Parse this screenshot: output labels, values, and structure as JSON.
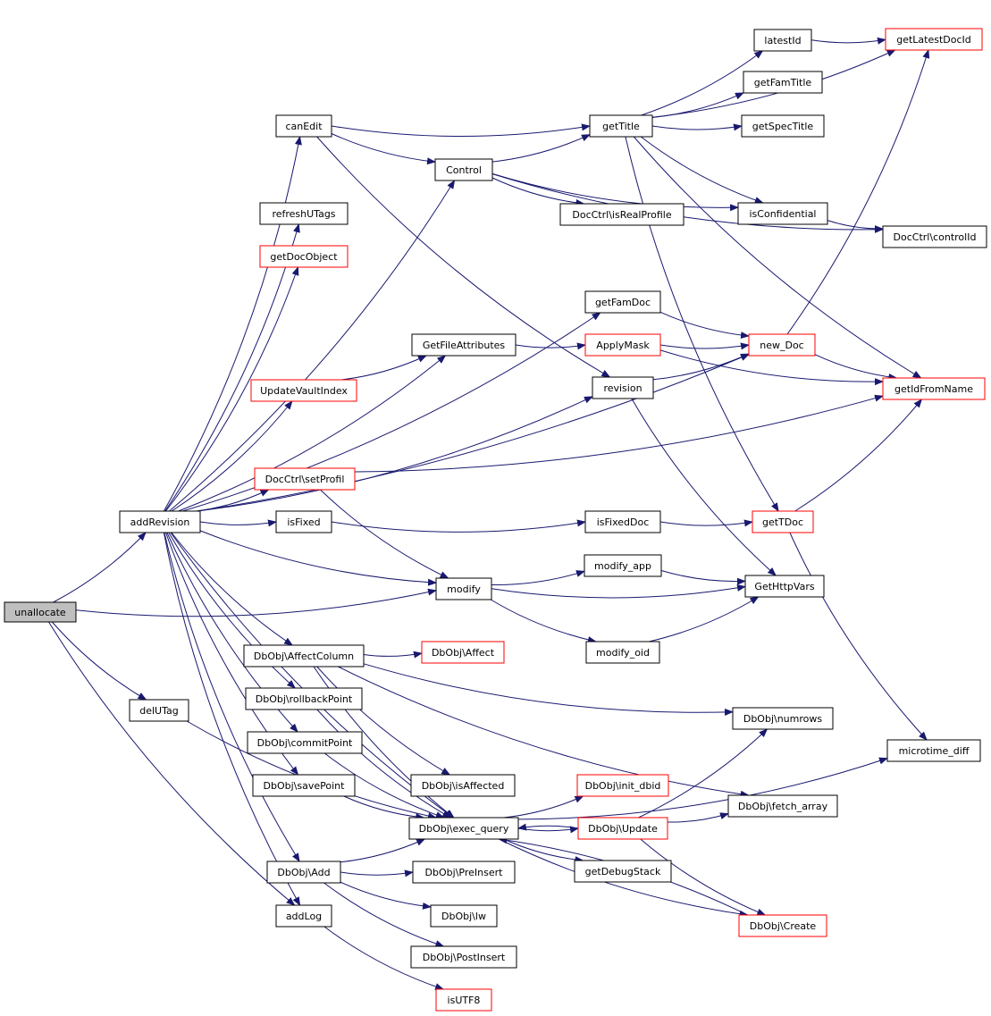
{
  "colors": {
    "edge": "#191970",
    "node_border": "#000000",
    "node_border_link": "#ff0000",
    "node_fill": "#ffffff",
    "root_fill": "#bfbfbf"
  },
  "nodes": [
    {
      "id": "unallocate",
      "label": "unallocate",
      "style": "root"
    },
    {
      "id": "addRevision",
      "label": "addRevision",
      "style": "normal"
    },
    {
      "id": "delUTag",
      "label": "delUTag",
      "style": "normal"
    },
    {
      "id": "modify",
      "label": "modify",
      "style": "normal"
    },
    {
      "id": "addLog",
      "label": "addLog",
      "style": "normal"
    },
    {
      "id": "canEdit",
      "label": "canEdit",
      "style": "normal"
    },
    {
      "id": "refreshUTags",
      "label": "refreshUTags",
      "style": "normal"
    },
    {
      "id": "getDocObject",
      "label": "getDocObject",
      "style": "red"
    },
    {
      "id": "UpdateVaultIndex",
      "label": "UpdateVaultIndex",
      "style": "red"
    },
    {
      "id": "setProfil",
      "label": "DocCtrl\\setProfil",
      "style": "red"
    },
    {
      "id": "isFixed",
      "label": "isFixed",
      "style": "normal"
    },
    {
      "id": "AffectColumn",
      "label": "DbObj\\AffectColumn",
      "style": "normal"
    },
    {
      "id": "rollbackPoint",
      "label": "DbObj\\rollbackPoint",
      "style": "normal"
    },
    {
      "id": "commitPoint",
      "label": "DbObj\\commitPoint",
      "style": "normal"
    },
    {
      "id": "savePoint",
      "label": "DbObj\\savePoint",
      "style": "normal"
    },
    {
      "id": "DbAdd",
      "label": "DbObj\\Add",
      "style": "normal"
    },
    {
      "id": "Control",
      "label": "Control",
      "style": "normal"
    },
    {
      "id": "GetFileAttributes",
      "label": "GetFileAttributes",
      "style": "normal"
    },
    {
      "id": "isAffected",
      "label": "DbObj\\isAffected",
      "style": "normal"
    },
    {
      "id": "exec_query",
      "label": "DbObj\\exec_query",
      "style": "normal"
    },
    {
      "id": "PreInsert",
      "label": "DbObj\\PreInsert",
      "style": "normal"
    },
    {
      "id": "lw",
      "label": "DbObj\\lw",
      "style": "normal"
    },
    {
      "id": "PostInsert",
      "label": "DbObj\\PostInsert",
      "style": "normal"
    },
    {
      "id": "isUTF8",
      "label": "isUTF8",
      "style": "red"
    },
    {
      "id": "getTitle",
      "label": "getTitle",
      "style": "normal"
    },
    {
      "id": "isRealProfile",
      "label": "DocCtrl\\isRealProfile",
      "style": "normal"
    },
    {
      "id": "getFamDoc",
      "label": "getFamDoc",
      "style": "normal"
    },
    {
      "id": "ApplyMask",
      "label": "ApplyMask",
      "style": "red"
    },
    {
      "id": "revision",
      "label": "revision",
      "style": "normal"
    },
    {
      "id": "isFixedDoc",
      "label": "isFixedDoc",
      "style": "normal"
    },
    {
      "id": "modify_app",
      "label": "modify_app",
      "style": "normal"
    },
    {
      "id": "modify_oid",
      "label": "modify_oid",
      "style": "normal"
    },
    {
      "id": "DbAffect",
      "label": "DbObj\\Affect",
      "style": "red"
    },
    {
      "id": "init_dbid",
      "label": "DbObj\\init_dbid",
      "style": "red"
    },
    {
      "id": "DbUpdate",
      "label": "DbObj\\Update",
      "style": "red"
    },
    {
      "id": "getDebugStack",
      "label": "getDebugStack",
      "style": "normal"
    },
    {
      "id": "DbCreate",
      "label": "DbObj\\Create",
      "style": "red"
    },
    {
      "id": "latestId",
      "label": "latestId",
      "style": "normal"
    },
    {
      "id": "getFamTitle",
      "label": "getFamTitle",
      "style": "normal"
    },
    {
      "id": "getSpecTitle",
      "label": "getSpecTitle",
      "style": "normal"
    },
    {
      "id": "isConfidential",
      "label": "isConfidential",
      "style": "normal"
    },
    {
      "id": "new_Doc",
      "label": "new_Doc",
      "style": "red"
    },
    {
      "id": "getTDoc",
      "label": "getTDoc",
      "style": "red"
    },
    {
      "id": "GetHttpVars",
      "label": "GetHttpVars",
      "style": "normal"
    },
    {
      "id": "numrows",
      "label": "DbObj\\numrows",
      "style": "normal"
    },
    {
      "id": "fetch_array",
      "label": "DbObj\\fetch_array",
      "style": "normal"
    },
    {
      "id": "getLatestDocId",
      "label": "getLatestDocId",
      "style": "red"
    },
    {
      "id": "controlId",
      "label": "DocCtrl\\controlId",
      "style": "normal"
    },
    {
      "id": "getIdFromName",
      "label": "getIdFromName",
      "style": "red"
    },
    {
      "id": "microtime_diff",
      "label": "microtime_diff",
      "style": "normal"
    }
  ],
  "edges": [
    [
      "unallocate",
      "addRevision"
    ],
    [
      "unallocate",
      "delUTag"
    ],
    [
      "unallocate",
      "modify"
    ],
    [
      "unallocate",
      "addLog"
    ],
    [
      "addRevision",
      "canEdit"
    ],
    [
      "addRevision",
      "Control"
    ],
    [
      "addRevision",
      "refreshUTags"
    ],
    [
      "addRevision",
      "getDocObject"
    ],
    [
      "addRevision",
      "getFamDoc"
    ],
    [
      "addRevision",
      "GetFileAttributes"
    ],
    [
      "addRevision",
      "UpdateVaultIndex"
    ],
    [
      "addRevision",
      "revision"
    ],
    [
      "addRevision",
      "new_Doc"
    ],
    [
      "addRevision",
      "setProfil"
    ],
    [
      "addRevision",
      "isFixed"
    ],
    [
      "addRevision",
      "modify"
    ],
    [
      "addRevision",
      "AffectColumn"
    ],
    [
      "addRevision",
      "rollbackPoint"
    ],
    [
      "addRevision",
      "commitPoint"
    ],
    [
      "addRevision",
      "savePoint"
    ],
    [
      "addRevision",
      "DbAdd"
    ],
    [
      "addRevision",
      "addLog"
    ],
    [
      "addRevision",
      "exec_query"
    ],
    [
      "delUTag",
      "exec_query"
    ],
    [
      "canEdit",
      "getTitle"
    ],
    [
      "canEdit",
      "Control"
    ],
    [
      "canEdit",
      "revision"
    ],
    [
      "Control",
      "getTitle"
    ],
    [
      "Control",
      "isRealProfile"
    ],
    [
      "Control",
      "isConfidential"
    ],
    [
      "Control",
      "controlId"
    ],
    [
      "getTitle",
      "getLatestDocId"
    ],
    [
      "getTitle",
      "latestId"
    ],
    [
      "getTitle",
      "getFamTitle"
    ],
    [
      "getTitle",
      "getSpecTitle"
    ],
    [
      "getTitle",
      "isConfidential"
    ],
    [
      "getTitle",
      "getIdFromName"
    ],
    [
      "getTitle",
      "getTDoc"
    ],
    [
      "latestId",
      "getLatestDocId"
    ],
    [
      "isConfidential",
      "controlId"
    ],
    [
      "getFamDoc",
      "new_Doc"
    ],
    [
      "GetFileAttributes",
      "ApplyMask"
    ],
    [
      "ApplyMask",
      "new_Doc"
    ],
    [
      "ApplyMask",
      "getIdFromName"
    ],
    [
      "UpdateVaultIndex",
      "GetFileAttributes"
    ],
    [
      "revision",
      "new_Doc"
    ],
    [
      "revision",
      "GetHttpVars"
    ],
    [
      "new_Doc",
      "getLatestDocId"
    ],
    [
      "new_Doc",
      "getIdFromName"
    ],
    [
      "setProfil",
      "getIdFromName"
    ],
    [
      "setProfil",
      "modify"
    ],
    [
      "isFixed",
      "isFixedDoc"
    ],
    [
      "isFixedDoc",
      "getTDoc"
    ],
    [
      "getTDoc",
      "getIdFromName"
    ],
    [
      "getTDoc",
      "microtime_diff"
    ],
    [
      "modify",
      "modify_app"
    ],
    [
      "modify",
      "GetHttpVars"
    ],
    [
      "modify",
      "modify_oid"
    ],
    [
      "modify_app",
      "GetHttpVars"
    ],
    [
      "modify_oid",
      "GetHttpVars"
    ],
    [
      "AffectColumn",
      "DbAffect"
    ],
    [
      "AffectColumn",
      "numrows"
    ],
    [
      "AffectColumn",
      "fetch_array"
    ],
    [
      "AffectColumn",
      "isAffected"
    ],
    [
      "AffectColumn",
      "exec_query"
    ],
    [
      "rollbackPoint",
      "exec_query"
    ],
    [
      "commitPoint",
      "exec_query"
    ],
    [
      "savePoint",
      "exec_query"
    ],
    [
      "DbAdd",
      "exec_query"
    ],
    [
      "DbAdd",
      "PreInsert"
    ],
    [
      "DbAdd",
      "lw"
    ],
    [
      "DbAdd",
      "PostInsert"
    ],
    [
      "exec_query",
      "init_dbid"
    ],
    [
      "exec_query",
      "DbUpdate"
    ],
    [
      "exec_query",
      "getDebugStack"
    ],
    [
      "exec_query",
      "DbCreate"
    ],
    [
      "exec_query",
      "microtime_diff"
    ],
    [
      "DbUpdate",
      "exec_query"
    ],
    [
      "DbUpdate",
      "numrows"
    ],
    [
      "DbUpdate",
      "fetch_array"
    ],
    [
      "DbUpdate",
      "DbCreate"
    ],
    [
      "DbCreate",
      "exec_query"
    ],
    [
      "addLog",
      "isUTF8"
    ]
  ]
}
